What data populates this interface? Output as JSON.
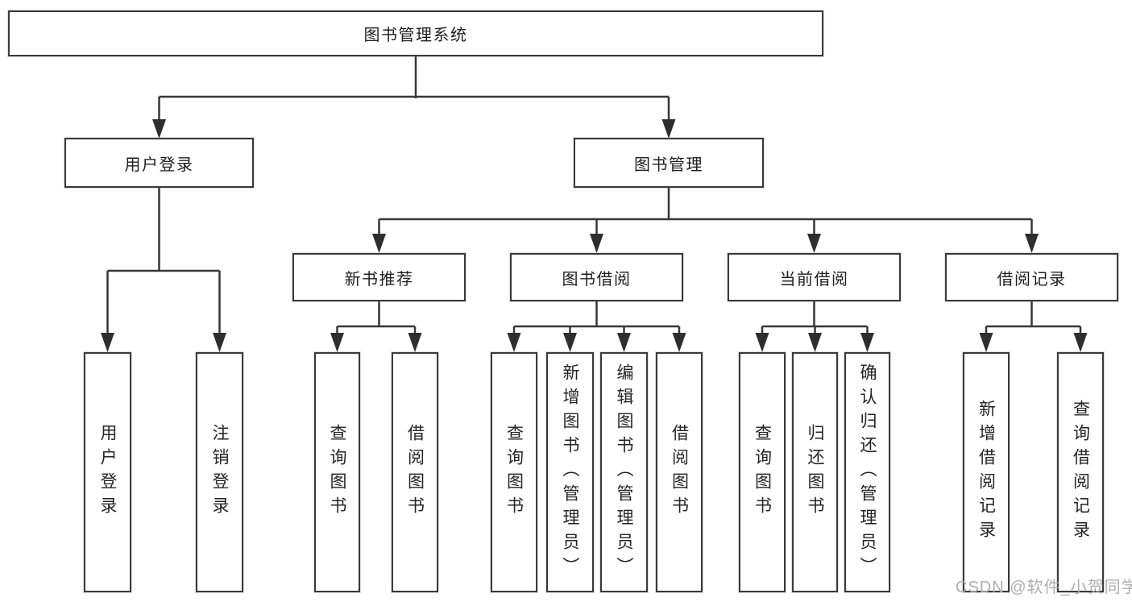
{
  "diagram": {
    "root": "图书管理系统",
    "level2": [
      {
        "label": "用户登录",
        "leaves": [
          "用户登录",
          "注销登录"
        ]
      },
      {
        "label": "图书管理",
        "sections": [
          {
            "label": "新书推荐",
            "leaves": [
              "查询图书",
              "借阅图书"
            ]
          },
          {
            "label": "图书借阅",
            "leaves": [
              "查询图书",
              "新增图书（管理员）",
              "编辑图书（管理员）",
              "借阅图书"
            ]
          },
          {
            "label": "当前借阅",
            "leaves": [
              "查询图书",
              "归还图书",
              "确认归还（管理员）"
            ]
          },
          {
            "label": "借阅记录",
            "leaves": [
              "新增借阅记录",
              "查询借阅记录"
            ]
          }
        ]
      }
    ]
  },
  "watermark": "CSDN @软件_小贺同学",
  "colors": {
    "line": "#373737",
    "box_border": "#3a3a3a",
    "text": "#1f1f1f",
    "watermark": "#aeaeae",
    "background": "#ffffff"
  }
}
